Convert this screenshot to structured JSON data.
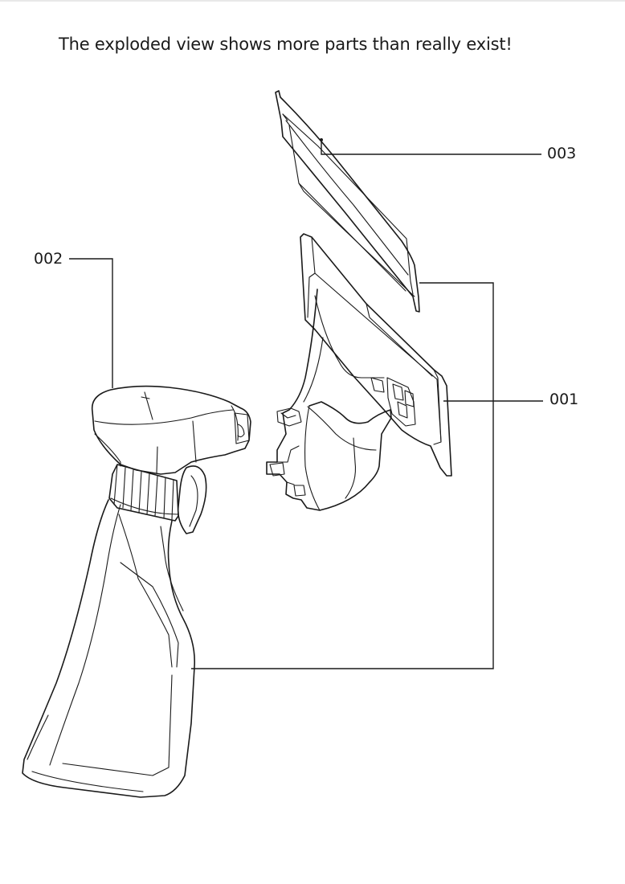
{
  "title": "The exploded view shows more parts than really exist!",
  "callouts": {
    "part_001": "001",
    "part_002": "002",
    "part_003": "003"
  },
  "colors": {
    "ink": "#1a1a1a",
    "background": "#ffffff"
  }
}
